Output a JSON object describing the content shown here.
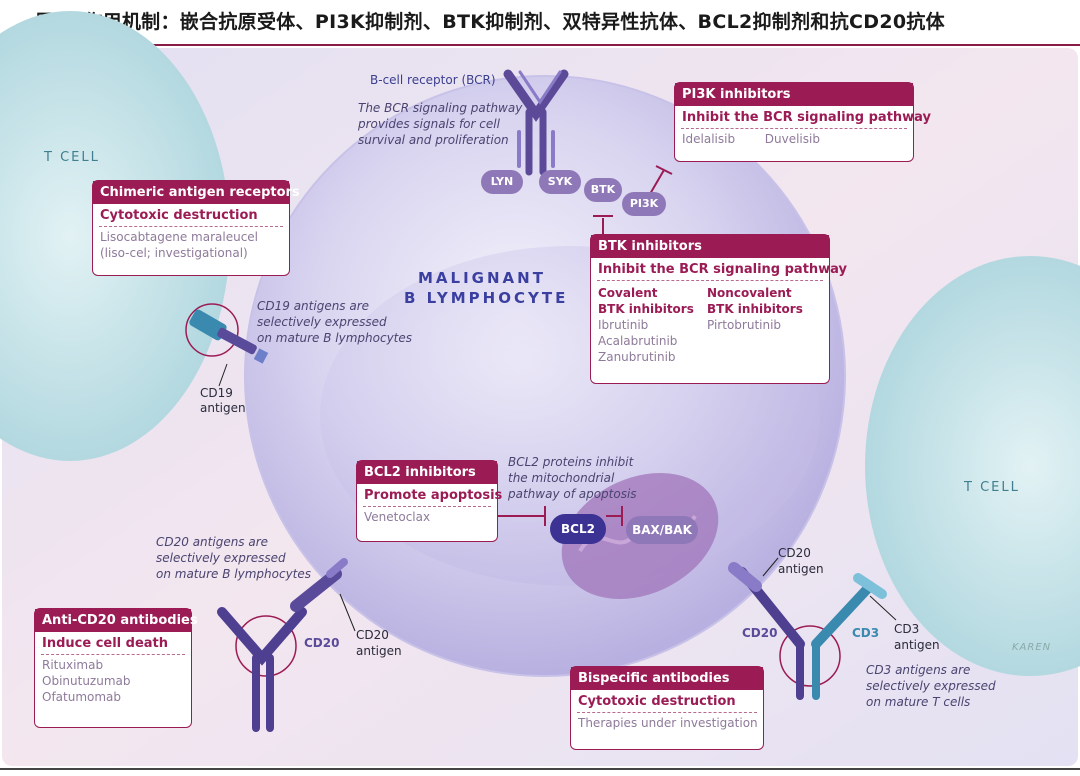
{
  "title": "图2. 作用机制：嵌合抗原受体、PI3K抑制剂、BTK抑制剂、双特异性抗体、BCL2抑制剂和抗CD20抗体",
  "cells": {
    "t_cell_left": "T CELL",
    "t_cell_right": "T CELL",
    "malignant_line1": "MALIGNANT",
    "malignant_line2": "B LYMPHOCYTE"
  },
  "bcr": {
    "label": "B-cell receptor (BCR)",
    "desc": [
      "The BCR signaling pathway",
      "provides signals for cell",
      "survival and proliferation"
    ]
  },
  "nodes": {
    "lyn": "LYN",
    "syk": "SYK",
    "btk": "BTK",
    "pi3k": "PI3K",
    "bcl2": "BCL2",
    "baxbak": "BAX/BAK"
  },
  "pi3k_box": {
    "header": "PI3K inhibitors",
    "subtitle": "Inhibit the BCR signaling pathway",
    "drugs": [
      "Idelalisib",
      "Duvelisib"
    ]
  },
  "btk_box": {
    "header": "BTK inhibitors",
    "subtitle": "Inhibit the BCR signaling pathway",
    "covalent_title": [
      "Covalent",
      "BTK inhibitors"
    ],
    "covalent_drugs": [
      "Ibrutinib",
      "Acalabrutinib",
      "Zanubrutinib"
    ],
    "noncovalent_title": [
      "Noncovalent",
      "BTK inhibitors"
    ],
    "noncovalent_drugs": [
      "Pirtobrutinib"
    ]
  },
  "car_box": {
    "header": "Chimeric antigen receptors",
    "subtitle": "Cytotoxic destruction",
    "drugs": [
      "Lisocabtagene maraleucel",
      "(liso-cel; investigational)"
    ]
  },
  "cd19": {
    "desc": [
      "CD19 antigens are",
      "selectively expressed",
      "on mature B lymphocytes"
    ],
    "label": [
      "CD19",
      "antigen"
    ]
  },
  "bcl2_box": {
    "header": "BCL2 inhibitors",
    "subtitle": "Promote apoptosis",
    "drugs": [
      "Venetoclax"
    ]
  },
  "bcl2_desc": [
    "BCL2 proteins inhibit",
    "the mitochondrial",
    "pathway of apoptosis"
  ],
  "cd20_left": {
    "desc": [
      "CD20 antigens are",
      "selectively expressed",
      "on mature B lymphocytes"
    ],
    "tag": "CD20",
    "label": [
      "CD20",
      "antigen"
    ]
  },
  "anticd20_box": {
    "header": "Anti-CD20 antibodies",
    "subtitle": "Induce cell death",
    "drugs": [
      "Rituximab",
      "Obinutuzumab",
      "Ofatumomab"
    ]
  },
  "bispecific": {
    "cd20_label": [
      "CD20",
      "antigen"
    ],
    "cd20_tag": "CD20",
    "cd3_tag": "CD3",
    "cd3_label": [
      "CD3",
      "antigen"
    ],
    "cd3_desc": [
      "CD3 antigens are",
      "selectively expressed",
      "on mature T cells"
    ]
  },
  "bispecific_box": {
    "header": "Bispecific antibodies",
    "subtitle": "Cytotoxic destruction",
    "drugs": [
      "Therapies under investigation"
    ]
  },
  "signature": "KAREN",
  "colors": {
    "brand": "#9b1c55",
    "antibody": "#5a4a9a",
    "cd3": "#3a8ab0",
    "node": "#8f78b8",
    "bcl2": "#3b3294"
  }
}
